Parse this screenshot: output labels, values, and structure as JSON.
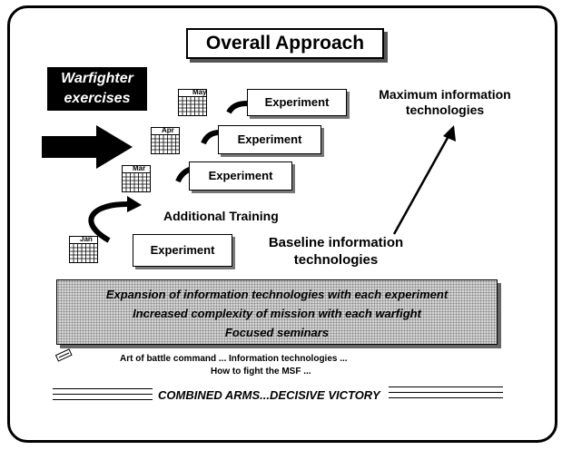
{
  "title": "Overall Approach",
  "warfighter": {
    "line1": "Warfighter",
    "line2": "exercises"
  },
  "calendars": [
    {
      "month": "May"
    },
    {
      "month": "Apr"
    },
    {
      "month": "Mar"
    },
    {
      "month": "Jan"
    }
  ],
  "experiments": [
    {
      "label": "Experiment"
    },
    {
      "label": "Experiment"
    },
    {
      "label": "Experiment"
    },
    {
      "label": "Experiment"
    }
  ],
  "max_info": {
    "line1": "Maximum information",
    "line2": "technologies"
  },
  "baseline_info": {
    "line1": "Baseline information",
    "line2": "technologies"
  },
  "additional_training": "Additional Training",
  "banner": {
    "line1": "Expansion of information technologies with each experiment",
    "line2": "Increased complexity of mission with each warfight",
    "line3": "Focused seminars"
  },
  "topics": {
    "line1": "Art of battle command ... Information technologies ...",
    "line2": "How to fight the MSF ..."
  },
  "footer": "COMBINED ARMS...DECISIVE VICTORY",
  "colors": {
    "border": "#000000",
    "banner_fill": "#d4d4d4",
    "background": "#ffffff"
  }
}
